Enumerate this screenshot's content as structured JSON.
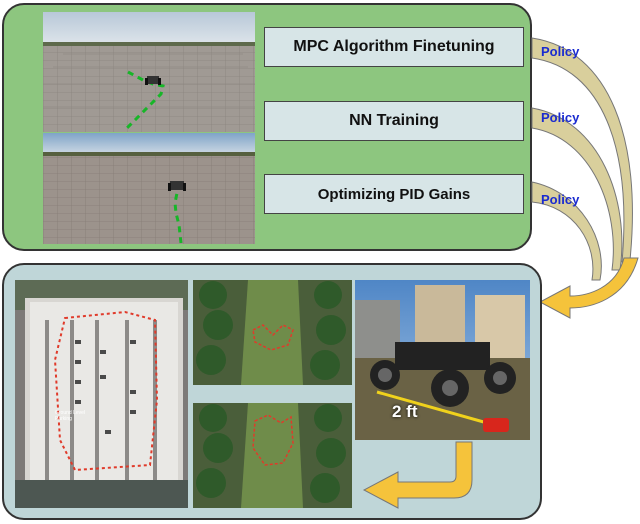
{
  "boxes": {
    "mpc": "MPC Algorithm Finetuning",
    "nn": "NN Training",
    "pid": "Optimizing PID Gains"
  },
  "policy_labels": [
    "Policy",
    "Policy",
    "Policy"
  ],
  "measurement": "2 ft",
  "lot_label": "Ground Level Parking",
  "colors": {
    "top_panel": "#8dc67f",
    "bottom_panel": "#bfd6d8",
    "arrow": "#f5c33b",
    "curved_arrow": "#d9cf9c",
    "policy_text": "#1a2bd0",
    "trajectory": "#e03a2a"
  }
}
